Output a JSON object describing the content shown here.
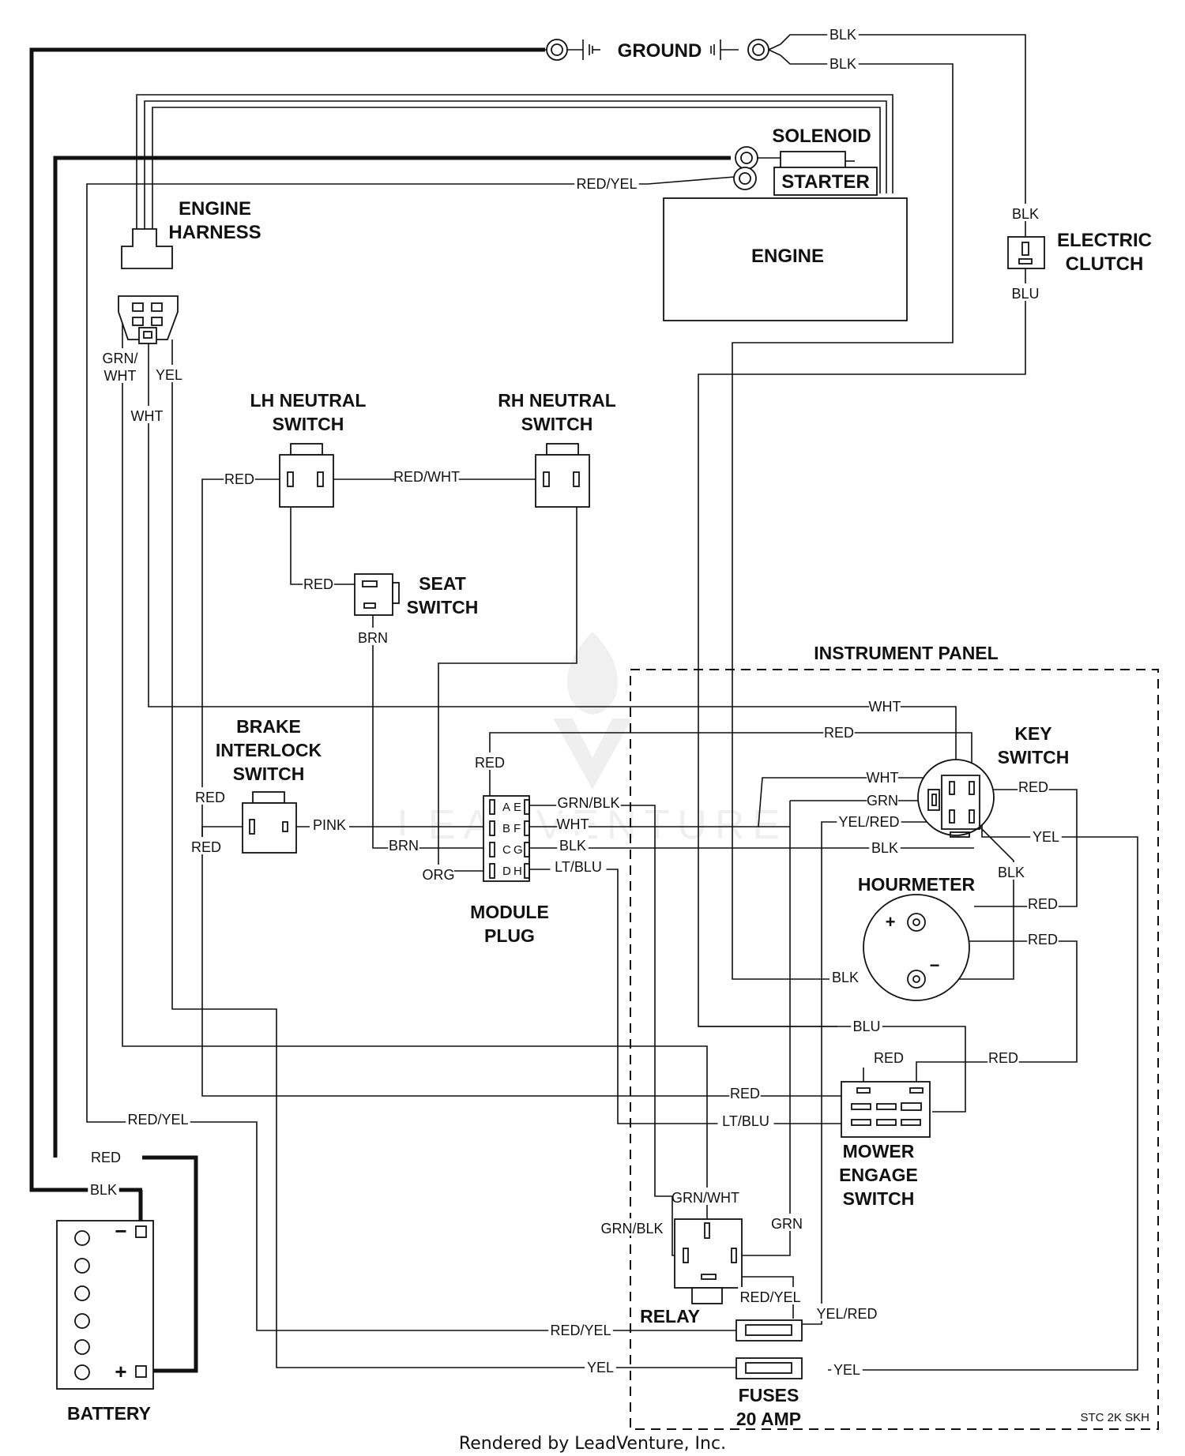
{
  "title": "",
  "components": {
    "ground": "GROUND",
    "solenoid": "SOLENOID",
    "starter": "STARTER",
    "engine": "ENGINE",
    "engine_harness": [
      "ENGINE",
      "HARNESS"
    ],
    "electric_clutch": [
      "ELECTRIC",
      "CLUTCH"
    ],
    "lh_neutral_switch": [
      "LH NEUTRAL",
      "SWITCH"
    ],
    "rh_neutral_switch": [
      "RH NEUTRAL",
      "SWITCH"
    ],
    "seat_switch": [
      "SEAT",
      "SWITCH"
    ],
    "brake_interlock_switch": [
      "BRAKE",
      "INTERLOCK",
      "SWITCH"
    ],
    "module_plug": [
      "MODULE",
      "PLUG"
    ],
    "instrument_panel": "INSTRUMENT PANEL",
    "key_switch": [
      "KEY",
      "SWITCH"
    ],
    "hourmeter": "HOURMETER",
    "mower_engage_switch": [
      "MOWER",
      "ENGAGE",
      "SWITCH"
    ],
    "relay": "RELAY",
    "fuses": [
      "FUSES",
      "20 AMP"
    ],
    "battery": "BATTERY"
  },
  "module_pins": [
    "A",
    "B",
    "C",
    "D",
    "E",
    "F",
    "G",
    "H"
  ],
  "polarity": {
    "plus": "+",
    "minus": "−"
  },
  "wire_labels": {
    "ground_blk_1": "BLK",
    "ground_blk_2": "BLK",
    "starter_red_yel": "RED/YEL",
    "clutch_blk": "BLK",
    "clutch_blu": "BLU",
    "harness_grn_wht": "GRN/\nWHT",
    "harness_yel": "YEL",
    "harness_wht": "WHT",
    "lh_red": "RED",
    "lh_rh_red_wht": "RED/WHT",
    "seat_red": "RED",
    "seat_brn": "BRN",
    "panel_wht": "WHT",
    "panel_red": "RED",
    "module_red": "RED",
    "key_wht": "WHT",
    "key_grn": "GRN",
    "key_yel_red": "YEL/RED",
    "key_red": "RED",
    "key_yel": "YEL",
    "key_blk": "BLK",
    "key_blk_2": "BLK",
    "brake_red": "RED",
    "brake_pink": "PINK",
    "brake_red_2": "RED",
    "module_brn": "BRN",
    "module_org": "ORG",
    "module_grn_blk": "GRN/BLK",
    "module_wht": "WHT",
    "module_blk": "BLK",
    "module_lt_blu": "LT/BLU",
    "hour_red_1": "RED",
    "hour_red_2": "RED",
    "hour_blk": "BLK",
    "blu_mid": "BLU",
    "mower_red_top": "RED",
    "mower_red_right": "RED",
    "mower_red_left": "RED",
    "mower_lt_blu": "LT/BLU",
    "left_red_yel": "RED/YEL",
    "battery_red": "RED",
    "battery_blk": "BLK",
    "relay_grn_wht": "GRN/WHT",
    "relay_grn_blk": "GRN/BLK",
    "relay_grn": "GRN",
    "relay_red_yel": "RED/YEL",
    "fuse_yel_red": "YEL/RED",
    "fuse_red_yel": "RED/YEL",
    "fuse_yel_left": "YEL",
    "fuse_yel_right": "YEL"
  },
  "drawing_code": "STC 2K SKH",
  "watermark": "LEADVENTURE",
  "footer": "Rendered by LeadVenture, Inc."
}
